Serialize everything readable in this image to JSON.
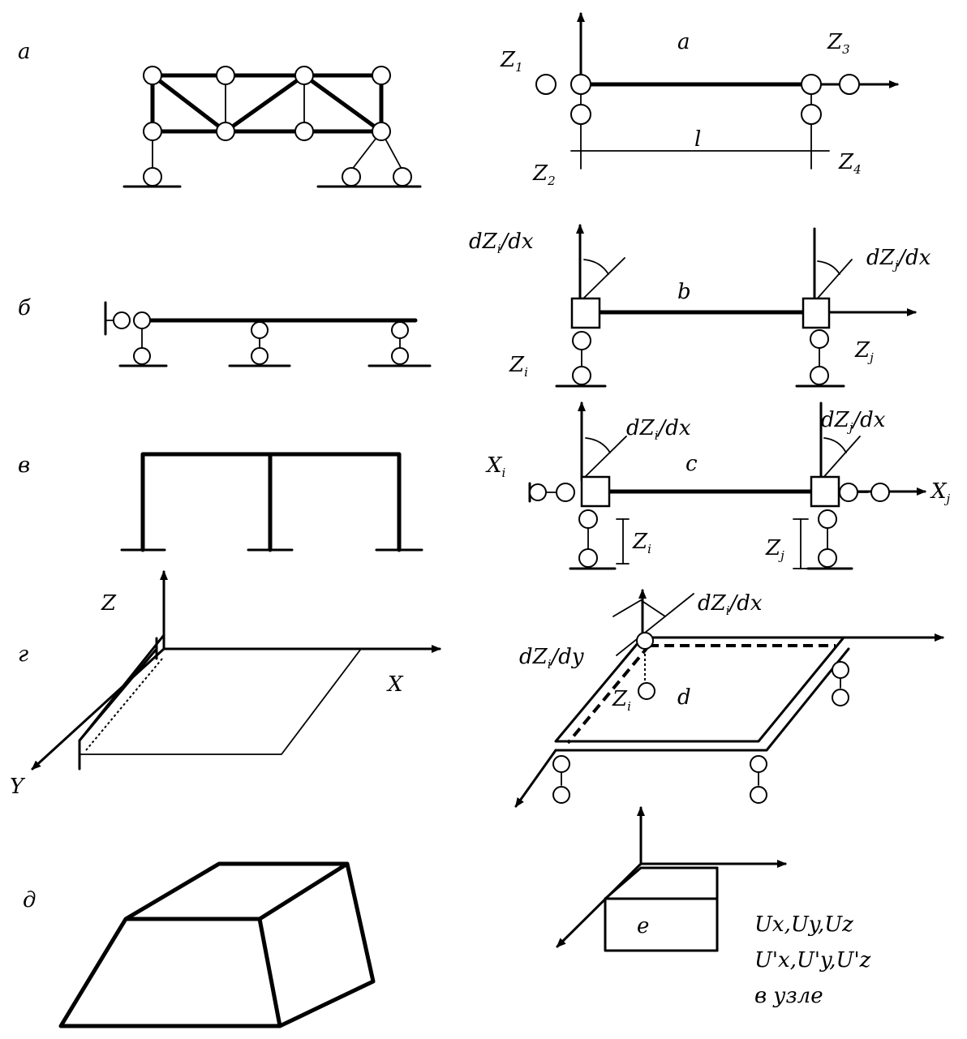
{
  "left_labels": {
    "a": "а",
    "b": "б",
    "v": "в",
    "g": "г",
    "d": "д"
  },
  "right_labels": {
    "a": "a",
    "b": "b",
    "c": "c",
    "d": "d",
    "e": "e"
  },
  "axes_g": {
    "z": "Z",
    "x": "X",
    "y": "Y"
  },
  "element_a": {
    "z1": "Z",
    "z1_sub": "1",
    "z2": "Z",
    "z2_sub": "2",
    "z3": "Z",
    "z3_sub": "3",
    "z4": "Z",
    "z4_sub": "4",
    "length": "l"
  },
  "element_b": {
    "slope_i": "dZ",
    "slope_i_sub": "i",
    "slope_i_tail": "/dx",
    "slope_j": "dZ",
    "slope_j_sub": "j",
    "slope_j_tail": "/dx",
    "zi": "Z",
    "zi_sub": "i",
    "zj": "Z",
    "zj_sub": "j"
  },
  "element_c": {
    "slope_i": "dZ",
    "slope_i_sub": "i",
    "slope_i_tail": "/dx",
    "slope_j": "dZ",
    "slope_j_sub": "j",
    "slope_j_tail": "/dx",
    "xi": "X",
    "xi_sub": "i",
    "xj": "X",
    "xj_sub": "j",
    "zi": "Z",
    "zi_sub": "i",
    "zj": "Z",
    "zj_sub": "j"
  },
  "element_d": {
    "slope_x": "dZ",
    "slope_x_sub": "i",
    "slope_x_tail": "/dx",
    "slope_y": "dZ",
    "slope_y_sub": "i",
    "slope_y_tail": "/dy",
    "zi": "Z",
    "zi_sub": "i"
  },
  "element_e": {
    "line1": "Ux,Uy,Uz",
    "line2": "U'x,U'y,U'z",
    "line3": "в узле"
  }
}
